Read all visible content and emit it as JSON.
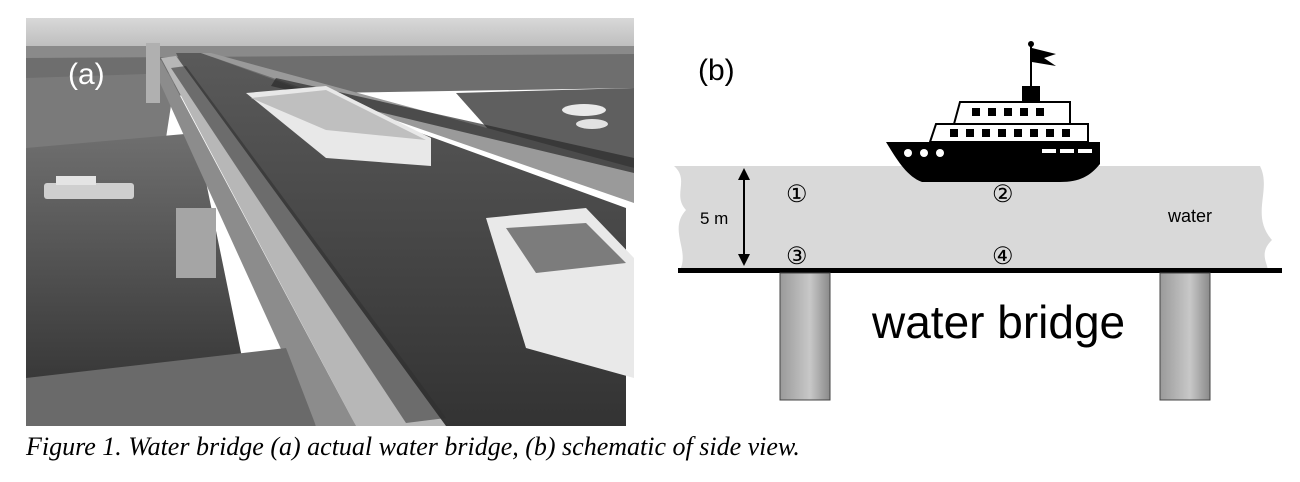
{
  "figure": {
    "panel_a": {
      "label": "(a)"
    },
    "panel_b": {
      "label": "(b)",
      "depth_label": "5 m",
      "water_label": "water",
      "bridge_label": "water bridge",
      "points": [
        "①",
        "②",
        "③",
        "④"
      ]
    },
    "caption": "Figure 1. Water bridge (a) actual water bridge, (b) schematic of side view."
  }
}
